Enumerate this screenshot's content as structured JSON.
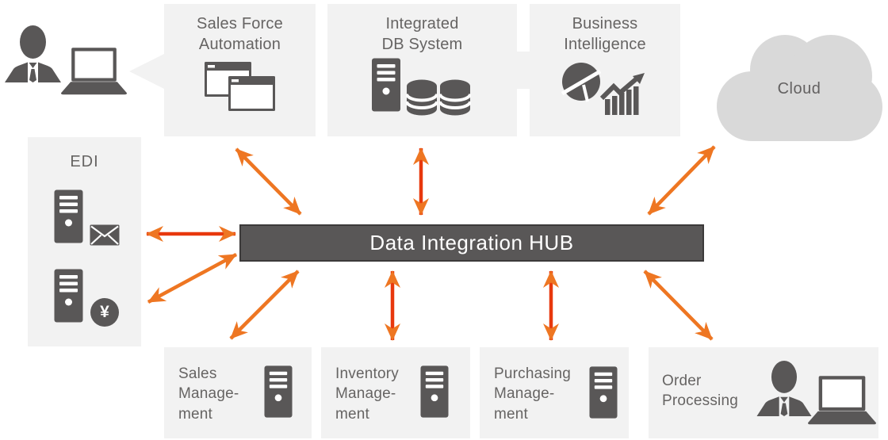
{
  "colors": {
    "arrow_red": "#E8380D",
    "arrow_orange": "#EE7622",
    "icon_dark": "#595757",
    "box_bg": "#F2F2F2",
    "cloud_bg": "#D9D9D9",
    "hub_bg": "#595757",
    "hub_text": "#FFFFFF",
    "label_text": "#666463"
  },
  "hub": {
    "label": "Data Integration HUB"
  },
  "boxes": {
    "sales_force": {
      "title": "Sales Force\nAutomation"
    },
    "integrated_db": {
      "title": "Integrated\nDB System"
    },
    "business_intelligence": {
      "title": "Business\nIntelligence"
    },
    "cloud": {
      "label": "Cloud"
    },
    "edi": {
      "label": "EDI",
      "yen_symbol": "¥"
    },
    "sales_mgmt": {
      "title": "Sales\nManage-\nment"
    },
    "inventory_mgmt": {
      "title": "Inventory\nManage-\nment"
    },
    "purchasing_mgmt": {
      "title": "Purchasing\nManage-\nment"
    },
    "order_processing": {
      "title": "Order\nProcessing"
    }
  }
}
